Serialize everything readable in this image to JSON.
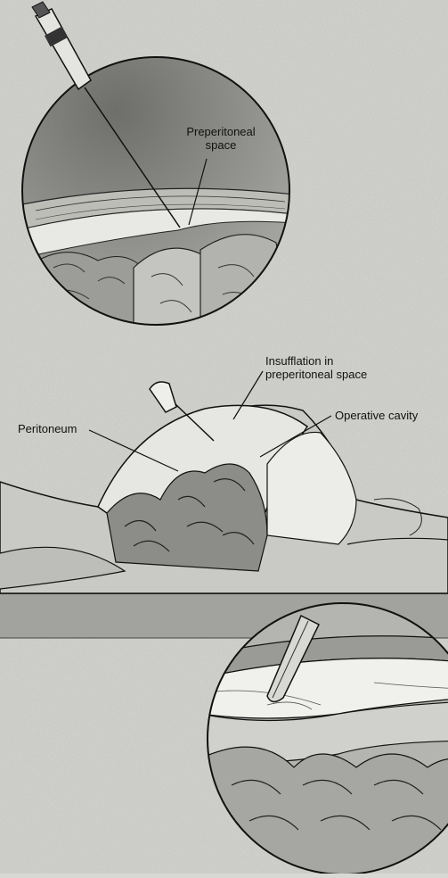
{
  "labels": {
    "preperitoneal_space": "Preperitoneal\nspace",
    "insufflation": "Insufflation in\npreperitoneal space",
    "peritoneum": "Peritoneum",
    "operative_cavity": "Operative cavity"
  },
  "colors": {
    "paper": "#d8d8d4",
    "ink": "#1a1a1a",
    "shade": "#7a7a76",
    "highlight": "#f2f2ee"
  }
}
